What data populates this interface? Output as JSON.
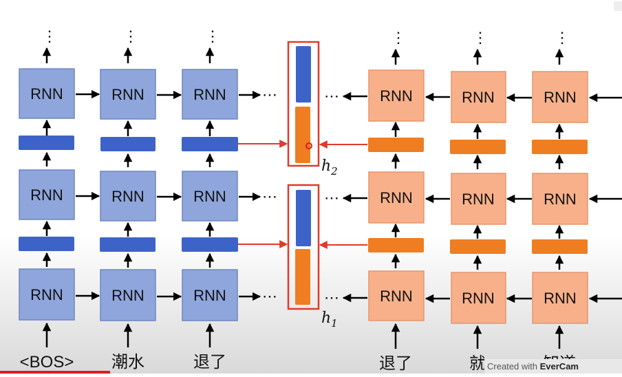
{
  "cell_label": "RNN",
  "ellipsis": "⋯",
  "vertical_ellipsis": "⋮",
  "inputs": {
    "encoder": [
      "<BOS>",
      "潮水",
      "退了"
    ],
    "decoder": [
      "退了",
      "就",
      "知道"
    ]
  },
  "states": {
    "top": "h",
    "top_sub": "2",
    "bottom": "h",
    "bottom_sub": "1"
  },
  "watermark": {
    "prefix": "Created with",
    "brand": "EverCam"
  },
  "colors": {
    "blue_cell": "#8ea6dc",
    "blue_vector": "#3e63c8",
    "orange_cell": "#f7b08a",
    "orange_vector": "#ef7d22",
    "highlight": "#e03a2b"
  }
}
